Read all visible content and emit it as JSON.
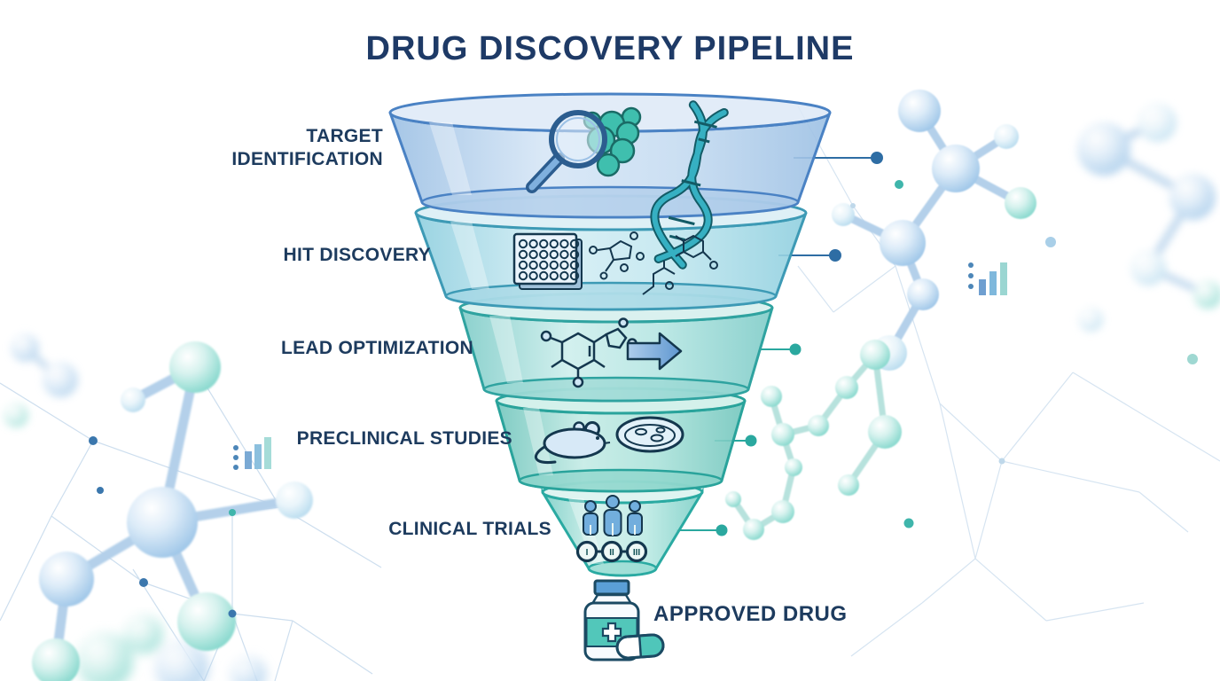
{
  "title": "DRUG DISCOVERY PIPELINE",
  "funnel": {
    "stages": [
      {
        "label": "TARGET IDENTIFICATION",
        "icons": [
          "magnifier-icon",
          "protein-blob-icon",
          "dna-helix-icon"
        ]
      },
      {
        "label": "HIT DISCOVERY",
        "icons": [
          "microplate-icon",
          "chemical-structure-icon"
        ]
      },
      {
        "label": "LEAD OPTIMIZATION",
        "icons": [
          "molecule-structure-icon",
          "arrow-right-icon"
        ]
      },
      {
        "label": "PRECLINICAL STUDIES",
        "icons": [
          "mouse-icon",
          "petri-dish-icon"
        ]
      },
      {
        "label": "CLINICAL TRIALS",
        "icons": [
          "patients-icon",
          "phase-badges-icon"
        ]
      }
    ],
    "result": {
      "label": "APPROVED DRUG",
      "icon": "pill-bottle-icon"
    }
  },
  "clinical_phases": [
    "I",
    "II",
    "III"
  ],
  "colors": {
    "title_text": "#1e3a66",
    "label_text": "#1d3b5e",
    "stage1_fill": "#c9dcf2",
    "stage2_fill": "#c6e6ef",
    "stage3_fill": "#b7e4e1",
    "stage4_fill": "#ace1da",
    "stage5_fill": "#bfeae4",
    "accent_blue": "#2e6da4",
    "accent_teal": "#2aa89f"
  }
}
